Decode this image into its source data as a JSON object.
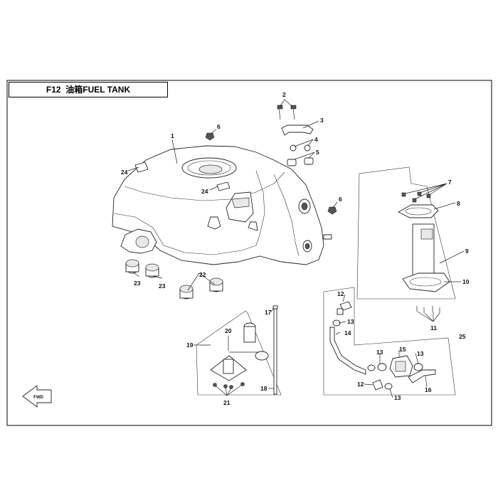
{
  "title": {
    "code": "F12",
    "chinese": "油箱",
    "english": "FUEL TANK"
  },
  "fwd_label": "FWD",
  "callouts": [
    "1",
    "2",
    "3",
    "4",
    "5",
    "6",
    "6",
    "7",
    "8",
    "9",
    "10",
    "11",
    "12",
    "12",
    "13",
    "13",
    "13",
    "13",
    "14",
    "15",
    "16",
    "17",
    "18",
    "19",
    "20",
    "21",
    "22",
    "23",
    "23",
    "24",
    "24",
    "25"
  ]
}
